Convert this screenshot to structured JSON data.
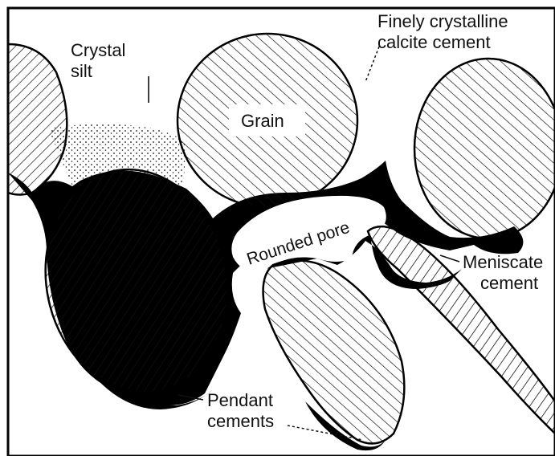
{
  "labels": {
    "crystal_silt_line1": "Crystal",
    "crystal_silt_line2": "silt",
    "finely_line1": "Finely crystalline",
    "finely_line2": "calcite cement",
    "grain": "Grain",
    "rounded_pore": "Rounded pore",
    "meniscate_line1": "Meniscate",
    "meniscate_line2": "cement",
    "pendant_line1": "Pendant",
    "pendant_line2": "cements"
  },
  "colors": {
    "cement": "#000000",
    "grain_fill": "#ffffff",
    "hatch": "#111111",
    "background": "#ffffff"
  }
}
